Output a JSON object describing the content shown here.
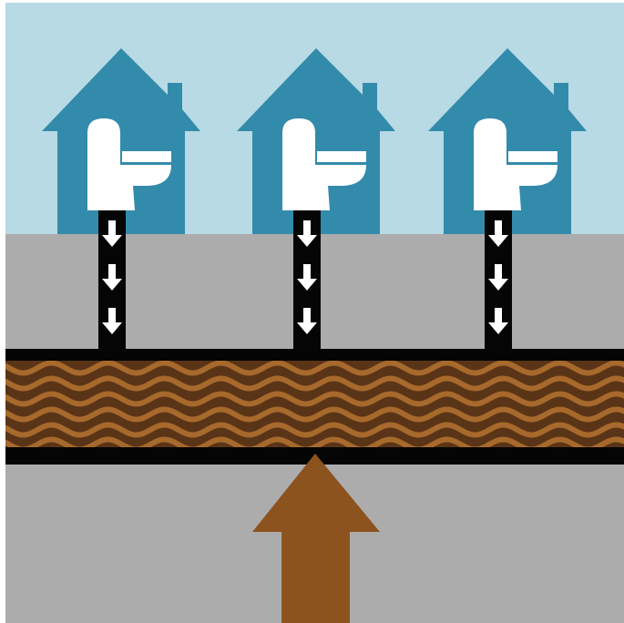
{
  "colors": {
    "background": "#ffffff",
    "sky": "#b8dae4",
    "ground": "#acacac",
    "house": "#338bab",
    "toilet": "#ffffff",
    "pipe": "#050505",
    "arrow_small": "#ffffff",
    "sewage_dark": "#5a3417",
    "sewage_light": "#a7692c",
    "flow_arrow": "#8c531f"
  },
  "icons": {
    "house": "house-icon",
    "toilet": "toilet-icon",
    "down_arrow": "down-arrow-icon",
    "flow_arrow": "up-arrow-icon"
  },
  "houses": [
    {
      "id": "left"
    },
    {
      "id": "middle"
    },
    {
      "id": "right"
    }
  ],
  "arrows_per_pipe": 3
}
